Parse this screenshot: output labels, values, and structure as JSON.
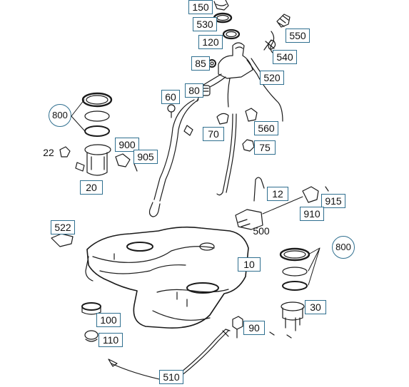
{
  "labels": {
    "p150": "150",
    "p530": "530",
    "p120": "120",
    "p550": "550",
    "p540": "540",
    "p85": "85",
    "p520": "520",
    "p60": "60",
    "p80": "80",
    "p800a": "800",
    "p560": "560",
    "p70": "70",
    "p75": "75",
    "p900": "900",
    "p905": "905",
    "p22": "22",
    "p20": "20",
    "p12": "12",
    "p915": "915",
    "p910": "910",
    "p522": "522",
    "p500": "500",
    "p10": "10",
    "p800b": "800",
    "p30": "30",
    "p100": "100",
    "p90": "90",
    "p110": "110",
    "p510": "510"
  }
}
